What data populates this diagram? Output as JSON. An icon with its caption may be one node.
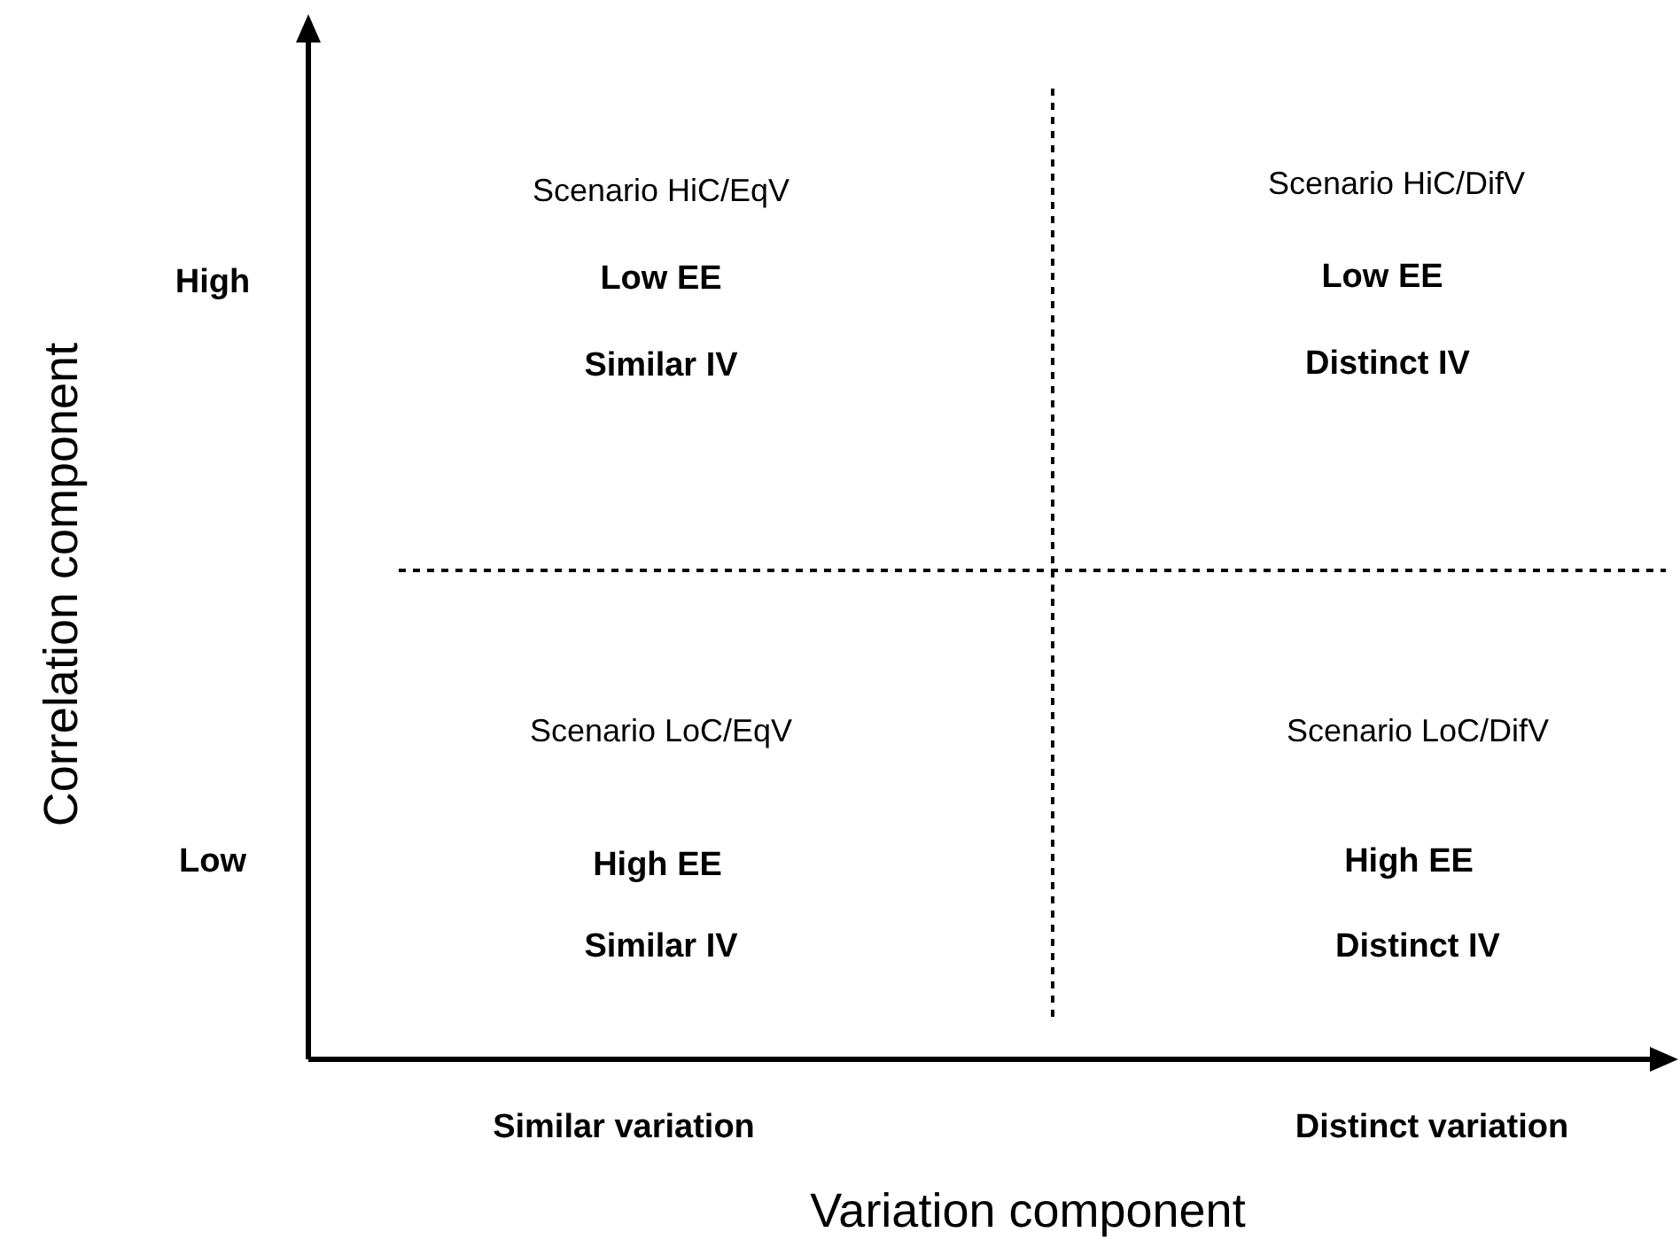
{
  "diagram": {
    "labels": [
      "Correlation component",
      "High",
      "Scenario HiC/EqV",
      "Low EE",
      "Similar IV",
      "Scenario HiC/DifV",
      "Low EE",
      "Distinct IV",
      "Scenario LoC/EqV",
      "Scenario LoC/DifV",
      "Low",
      "High EE",
      "High EE",
      "Similar IV",
      "Distinct IV",
      "Similar variation",
      "Distinct variation",
      "Variation component"
    ]
  }
}
